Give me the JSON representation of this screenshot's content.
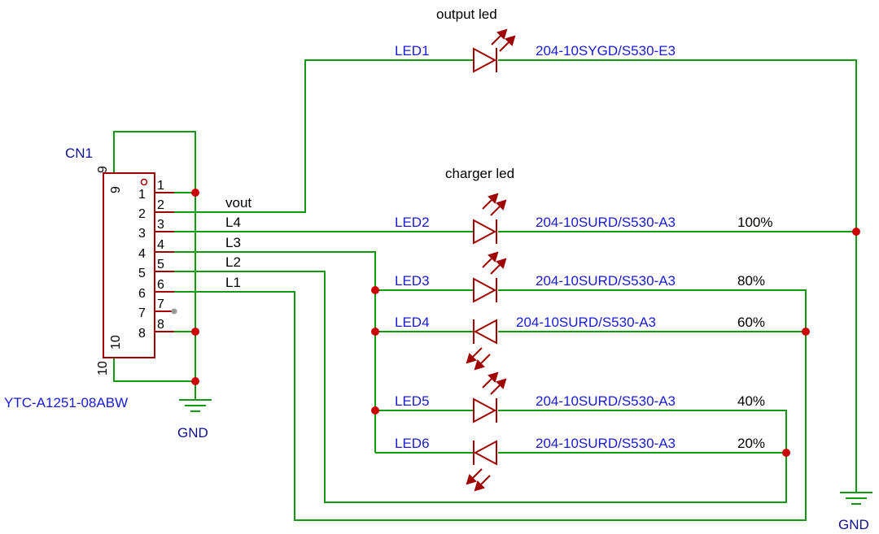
{
  "connector": {
    "ref": "CN1",
    "part": "YTC-A1251-08ABW",
    "pins": [
      "1",
      "2",
      "3",
      "4",
      "5",
      "6",
      "7",
      "8"
    ],
    "inner_pins": [
      "1",
      "2",
      "3",
      "4",
      "5",
      "6",
      "7",
      "8"
    ],
    "pin9": "9",
    "pin10": "10",
    "pin9_inner": "9",
    "pin10_inner": "10"
  },
  "nets": {
    "vout": "vout",
    "l4": "L4",
    "l3": "L3",
    "l2": "L2",
    "l1": "L1",
    "gnd_left": "GND",
    "gnd_right": "GND"
  },
  "groups": {
    "output": "output led",
    "charger": "charger led"
  },
  "leds": [
    {
      "ref": "LED1",
      "part": "204-10SYGD/S530-E3",
      "level": ""
    },
    {
      "ref": "LED2",
      "part": "204-10SURD/S530-A3",
      "level": "100%"
    },
    {
      "ref": "LED3",
      "part": "204-10SURD/S530-A3",
      "level": "80%"
    },
    {
      "ref": "LED4",
      "part": "204-10SURD/S530-A3",
      "level": "60%"
    },
    {
      "ref": "LED5",
      "part": "204-10SURD/S530-A3",
      "level": "40%"
    },
    {
      "ref": "LED6",
      "part": "204-10SURD/S530-A3",
      "level": "20%"
    }
  ],
  "colors": {
    "wire": "#119911",
    "component": "#a00000",
    "junction": "#cc0000",
    "label_blue": "#1a1ad6"
  }
}
